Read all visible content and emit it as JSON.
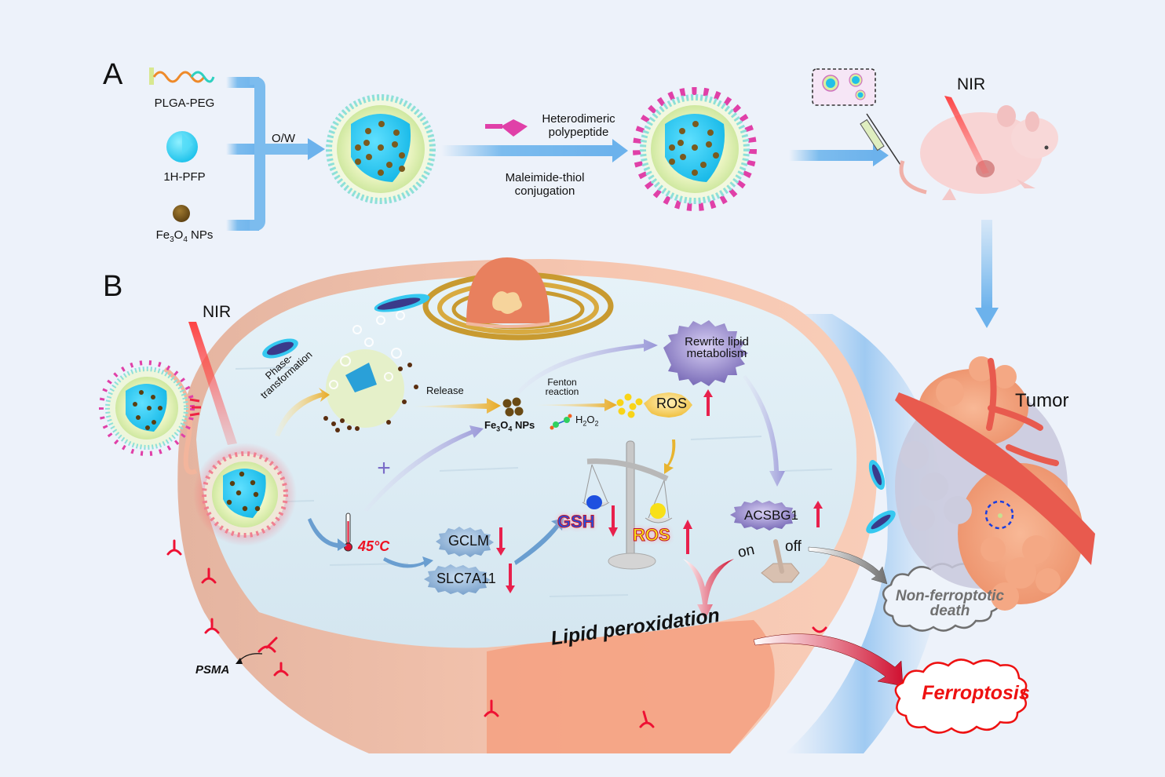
{
  "panel_a": {
    "letter": "A",
    "ingredients": [
      {
        "label": "PLGA-PEG",
        "icon": "polymer-chain-icon"
      },
      {
        "label": "1H-PFP",
        "icon": "pfp-droplet-icon"
      },
      {
        "label_main": "Fe",
        "label_sub1": "3",
        "label_mid": "O",
        "label_sub2": "4",
        "label_tail": " NPs",
        "icon": "iron-oxide-nanoparticle-icon"
      }
    ],
    "emulsion_label": "O/W",
    "polypeptide_label_line1": "Heterodimeric",
    "polypeptide_label_line2": "polypeptide",
    "conjugation_label_line1": "Maleimide-thiol",
    "conjugation_label_line2": "conjugation",
    "nir_label": "NIR"
  },
  "panel_b": {
    "letter": "B",
    "nir_label": "NIR",
    "phase_label_line1": "Phase-",
    "phase_label_line2": "transformation",
    "release_label": "Release",
    "fe_label": {
      "main": "Fe",
      "sub1": "3",
      "mid": "O",
      "sub2": "4",
      "tail": " NPs"
    },
    "fenton_line1": "Fenton",
    "fenton_line2": "reaction",
    "h2o2": {
      "main": "H",
      "sub1": "2",
      "mid": "O",
      "sub2": "2"
    },
    "ros_label": "ROS",
    "rewrite_line1": "Rewrite lipid",
    "rewrite_line2": "metabolism",
    "plus_sign": "+",
    "temperature_label": "45°C",
    "gclm_label": "GCLM",
    "slc_label": "SLC7A11",
    "gsh_label": "GSH",
    "ros_balance_label": "ROS",
    "acsbg1_label": "ACSBG1",
    "switch_on": "on",
    "switch_off": "off",
    "lipid_perox_label": "Lipid peroxidation",
    "non_ferro_line1": "Non-ferroptotic",
    "non_ferro_line2": "death",
    "ferroptosis_label": "Ferroptosis",
    "tumor_label": "Tumor",
    "psma_label": "PSMA"
  },
  "colors": {
    "background": "#edf2fa",
    "flow_arrow": "#7cbcee",
    "core_cyan": "#1ec8f0",
    "shell": "#dff0b0",
    "fe_brown": "#7a5a1e",
    "peptide_magenta": "#e040a8",
    "cell_membrane": "#f3b59c",
    "cytoplasm": "#dfeef5",
    "purple_badge": "#8a7cc4",
    "blue_badge": "#8fb4d8",
    "up_arrow": "#e8204c",
    "gold_arrow": "#e8b430",
    "ferroptosis_red": "#ee1111",
    "non_ferro_gray": "#707070",
    "tumor_orange": "#f3a07a",
    "vessel_red": "#e85a4e",
    "gsh_blue": "#2050e0",
    "ros_yellow": "#f8e018"
  }
}
